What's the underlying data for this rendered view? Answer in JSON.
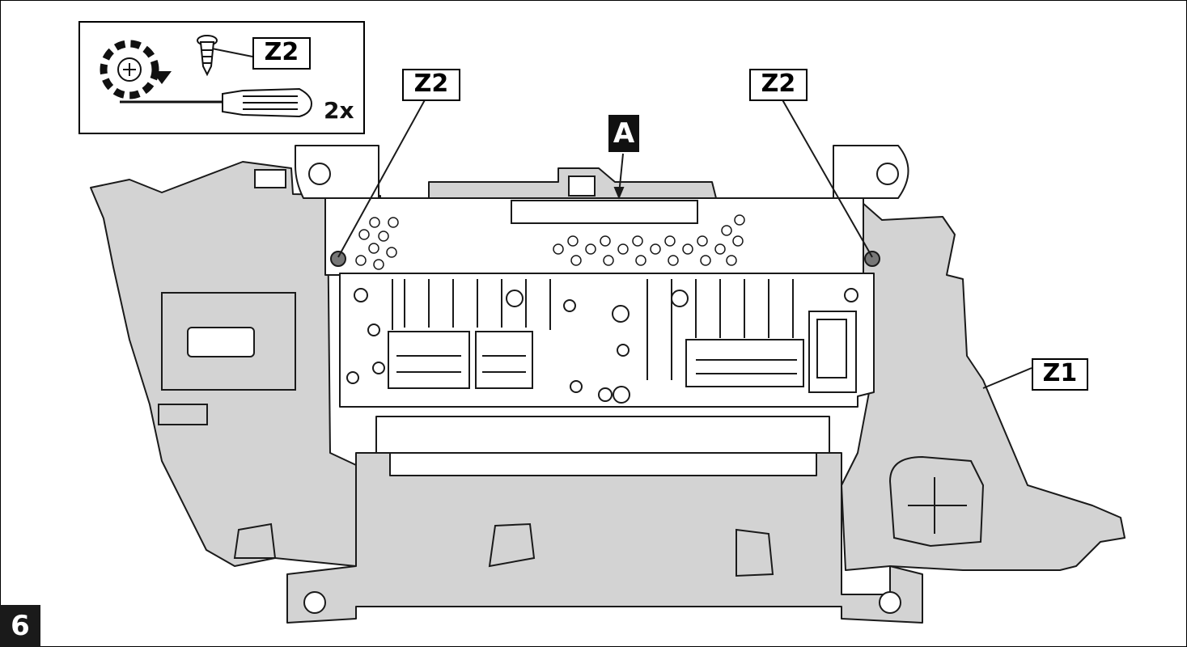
{
  "labels": {
    "z2_tool": "Z2",
    "z2_left": "Z2",
    "z2_right": "Z2",
    "a": "A",
    "z1": "Z1"
  },
  "tool_quantity": "2x",
  "step_number": "6",
  "icons": {
    "rotate": "counterclockwise-rotation-icon",
    "screw": "screw-icon",
    "screwdriver": "phillips-screwdriver-icon"
  },
  "colors": {
    "part_fill": "#d3d3d3",
    "unit_fill": "#ffffff",
    "line": "#1a1a1a",
    "label_dark": "#111111"
  }
}
